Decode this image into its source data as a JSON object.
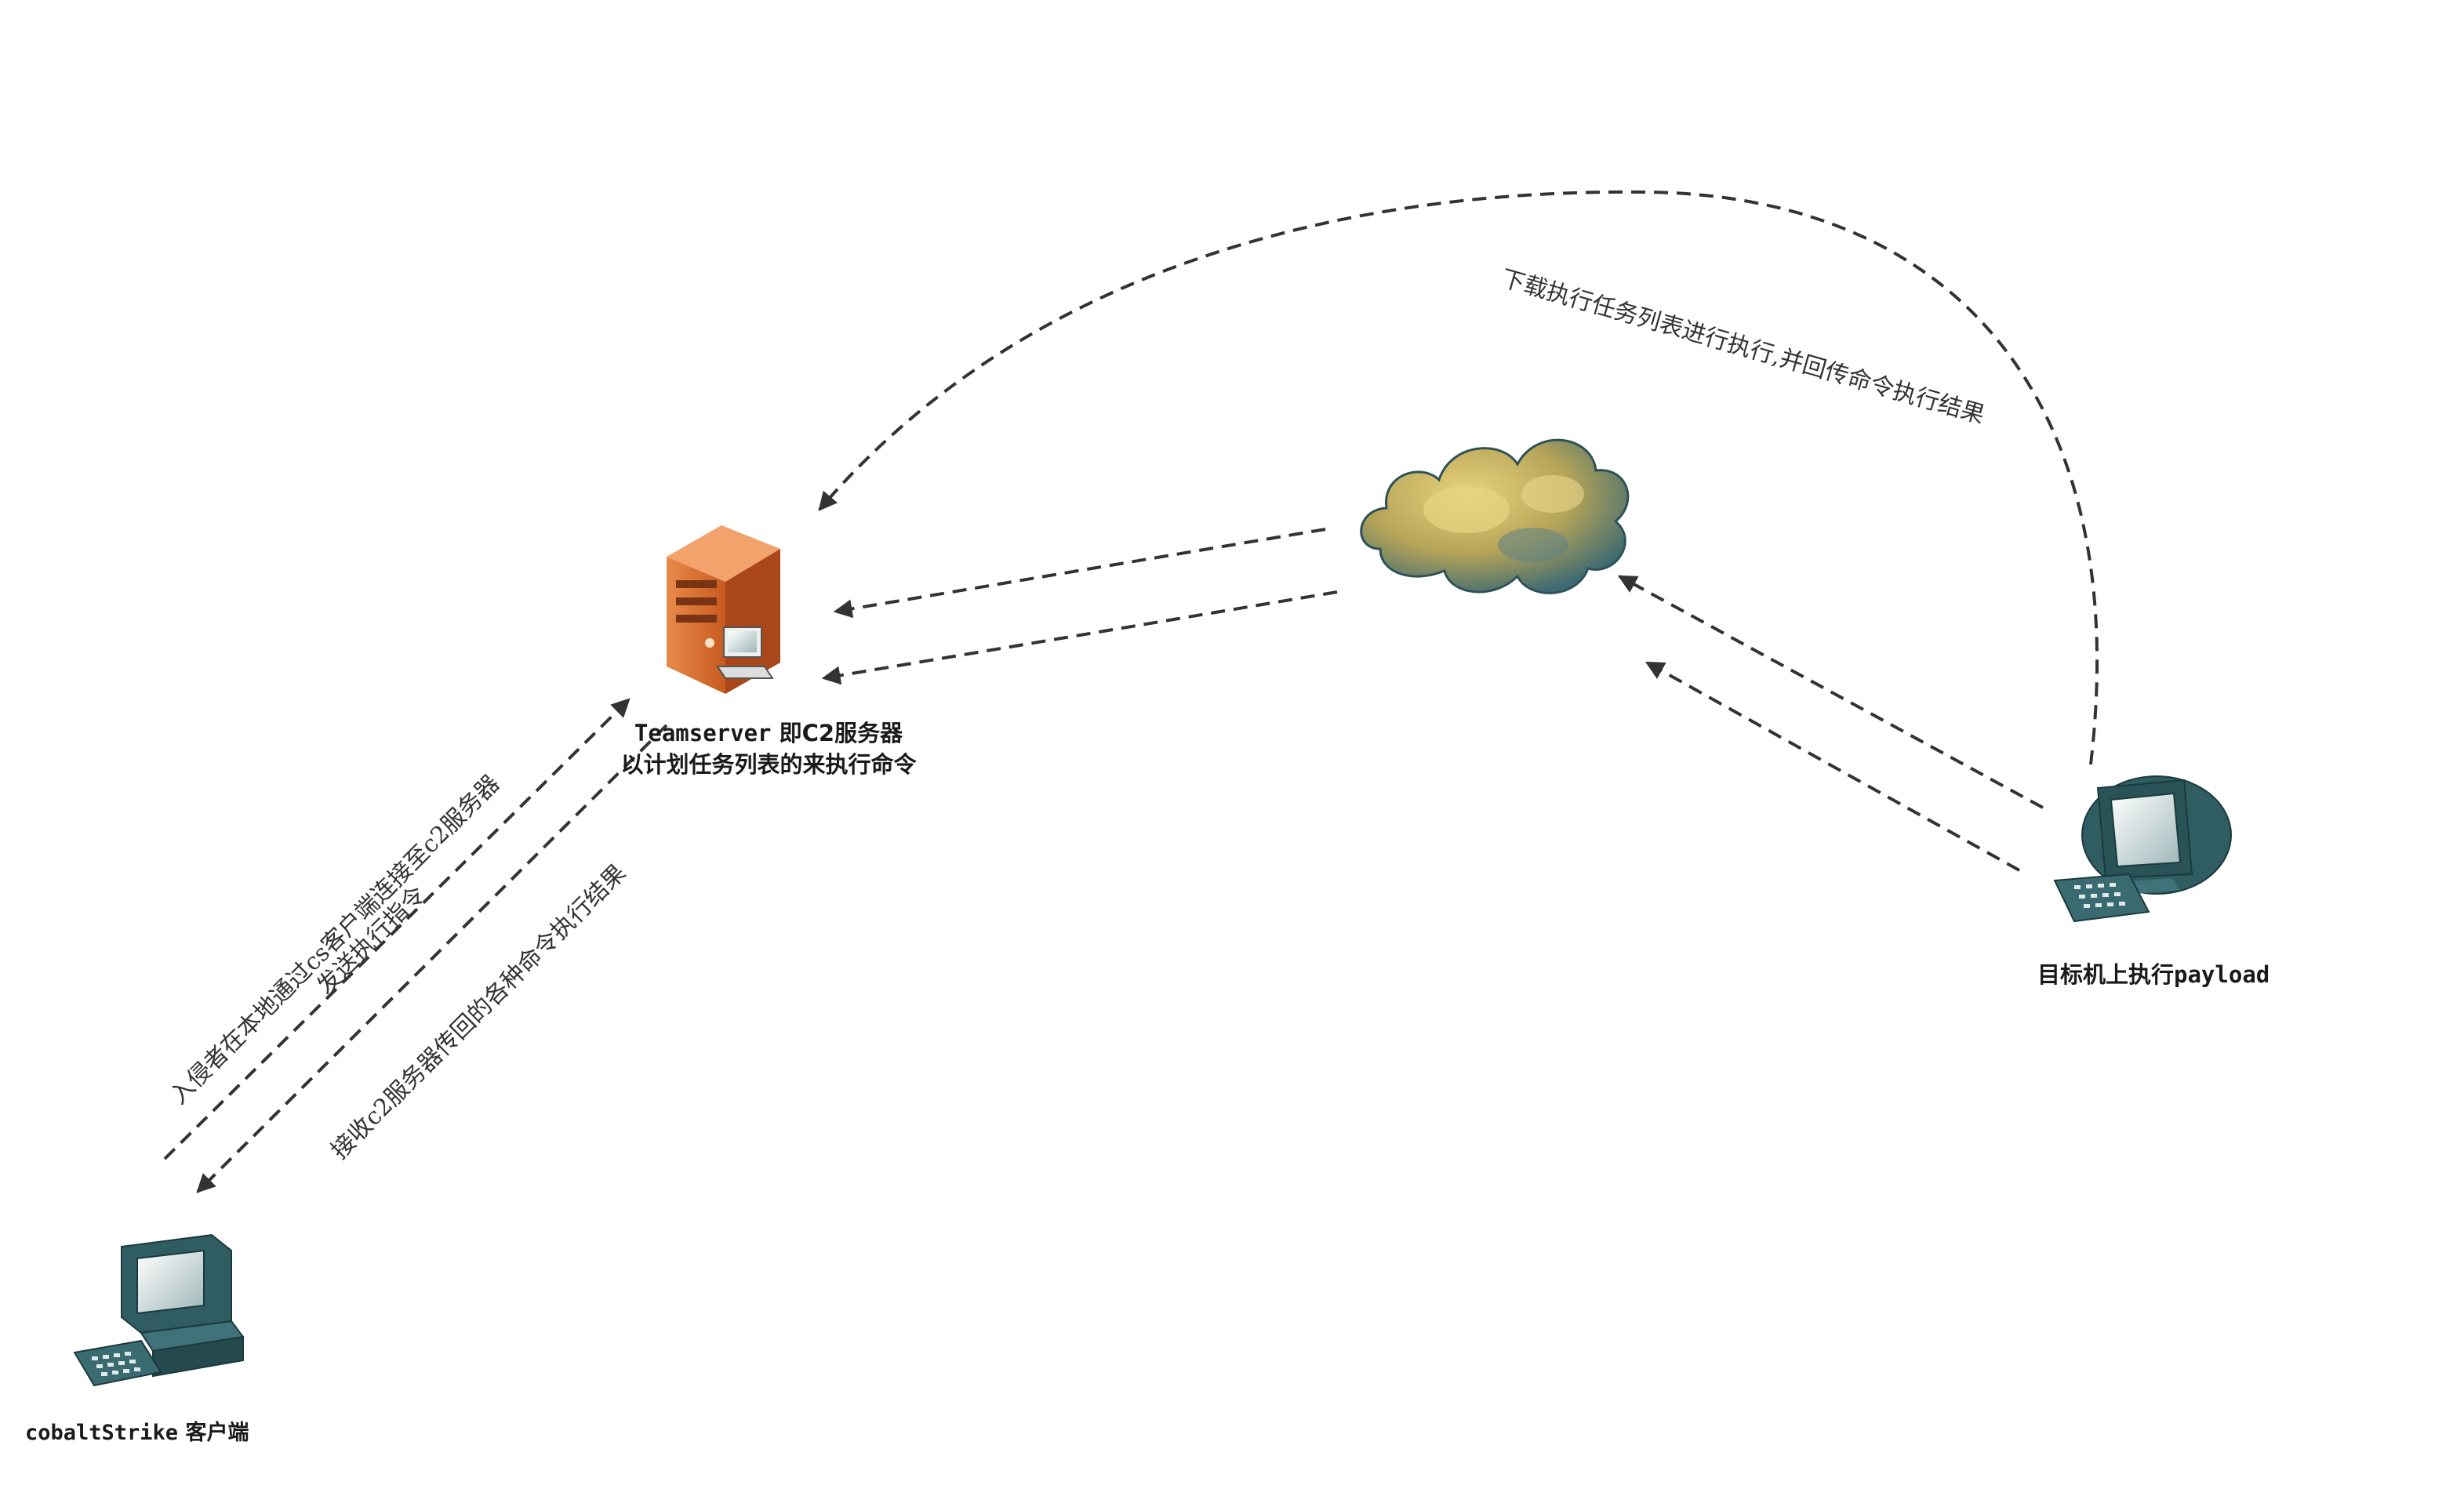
{
  "nodes": {
    "teamserver": {
      "line1_a": "Teamserver",
      "line1_b": " 即C2服务器",
      "line2": "以计划任务列表的来执行命令",
      "icon": "server-icon"
    },
    "cloud": {
      "icon": "cloud-icon"
    },
    "client": {
      "label_a": "cobaltStrike",
      "label_b": " 客户端",
      "icon": "workstation-icon"
    },
    "target": {
      "label_a": "目标机上执行",
      "label_b": "payload",
      "icon": "monitor-computer-icon"
    }
  },
  "edges": {
    "target_to_teamserver": "下载执行任务列表进行执行,并回传命令执行结果",
    "client_to_teamserver_1": "入侵者在本地通过cs客户端连接至c2服务器",
    "client_to_teamserver_2": "发送执行指令",
    "teamserver_to_client": "接收c2服务器传回的各种命令执行结果"
  },
  "colors": {
    "server_orange": "#d9692b",
    "cloud_gold": "#c9b25a",
    "cloud_teal": "#3c6a72",
    "computer_teal": "#2f5d62",
    "arrow": "#333333"
  }
}
